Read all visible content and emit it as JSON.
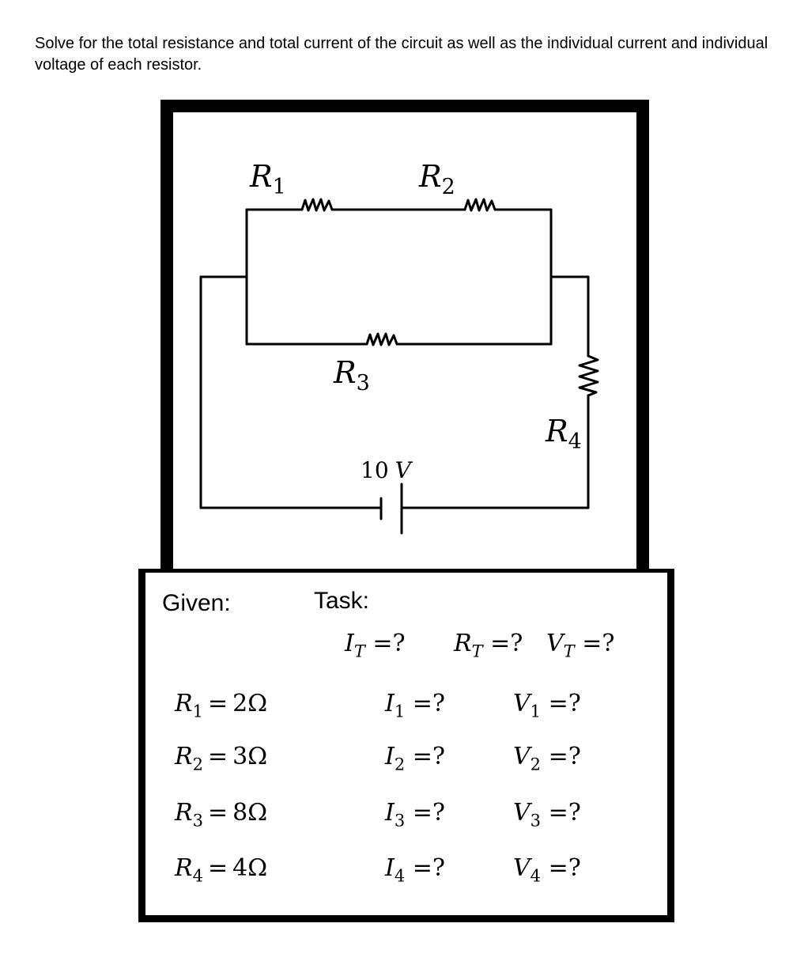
{
  "prompt": "Solve for the total resistance and total current of the circuit as well as the individual current and individual voltage of each resistor.",
  "circuit": {
    "labels": {
      "r1_sym": "R",
      "r1_sub": "1",
      "r2_sym": "R",
      "r2_sub": "2",
      "r3_sym": "R",
      "r3_sub": "3",
      "r4_sym": "R",
      "r4_sub": "4",
      "source_value": "10",
      "source_unit": "V"
    }
  },
  "given": {
    "label": "Given:",
    "items": [
      {
        "sym": "R",
        "sub": "1",
        "eq": "=",
        "value": "2Ω"
      },
      {
        "sym": "R",
        "sub": "2",
        "eq": "=",
        "value": "3Ω"
      },
      {
        "sym": "R",
        "sub": "3",
        "eq": "=",
        "value": "8Ω"
      },
      {
        "sym": "R",
        "sub": "4",
        "eq": "=",
        "value": "4Ω"
      }
    ]
  },
  "task": {
    "label": "Task:",
    "totals": [
      {
        "sym": "I",
        "sub": "T",
        "rest": "=?"
      },
      {
        "sym": "R",
        "sub": "T",
        "rest": "=?"
      },
      {
        "sym": "V",
        "sub": "T",
        "rest": "=?"
      }
    ],
    "currents": [
      {
        "sym": "I",
        "sub": "1",
        "rest": "=?"
      },
      {
        "sym": "I",
        "sub": "2",
        "rest": "=?"
      },
      {
        "sym": "I",
        "sub": "3",
        "rest": "=?"
      },
      {
        "sym": "I",
        "sub": "4",
        "rest": "=?"
      }
    ],
    "voltages": [
      {
        "sym": "V",
        "sub": "1",
        "rest": "=?"
      },
      {
        "sym": "V",
        "sub": "2",
        "rest": "=?"
      },
      {
        "sym": "V",
        "sub": "3",
        "rest": "=?"
      },
      {
        "sym": "V",
        "sub": "4",
        "rest": "=?"
      }
    ]
  }
}
